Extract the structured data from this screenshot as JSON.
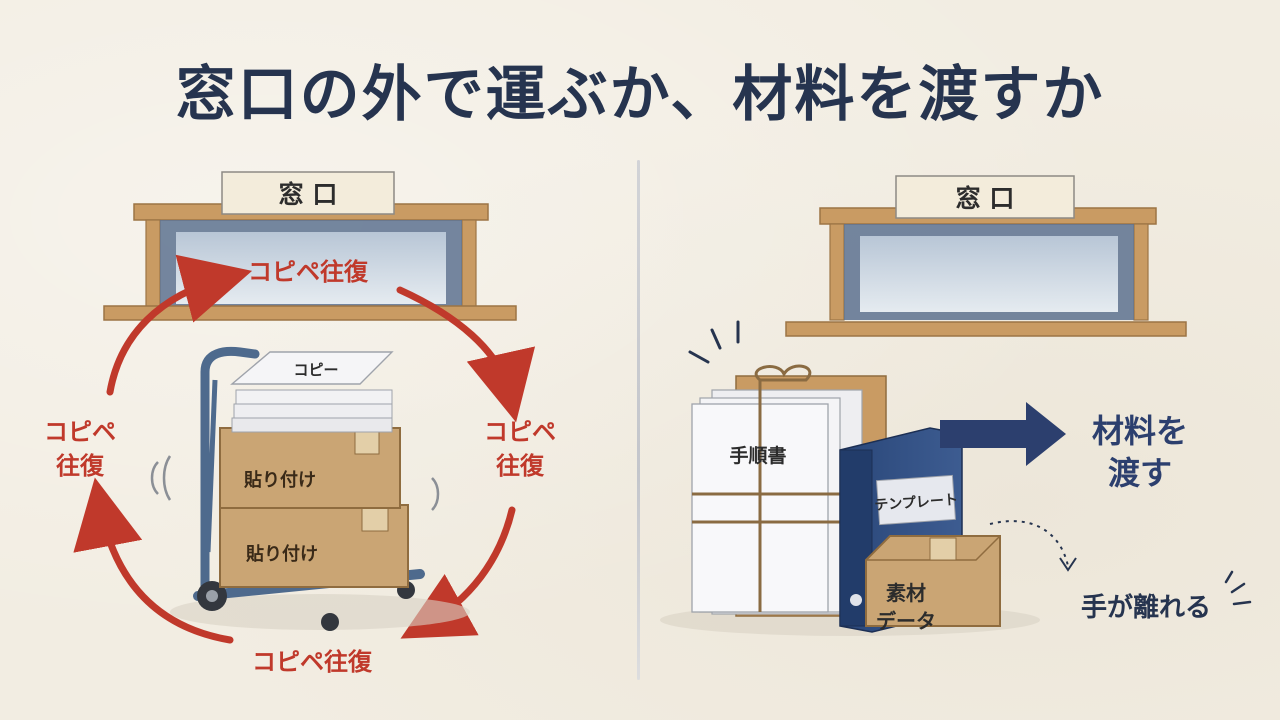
{
  "title": "窓口の外で運ぶか、材料を渡すか",
  "left": {
    "window_sign": "窓 口",
    "loop_top": "コピペ往復",
    "loop_left_1": "コピペ",
    "loop_left_2": "往復",
    "loop_right_1": "コピペ",
    "loop_right_2": "往復",
    "loop_bottom": "コピペ往復",
    "paper_label": "コピー",
    "box_top_label": "貼り付け",
    "box_bottom_label": "貼り付け"
  },
  "right": {
    "window_sign": "窓 口",
    "bundle_label": "手順書",
    "binder_label": "テンプレート",
    "box_label_1": "素材",
    "box_label_2": "データ",
    "arrow_text_1": "材料を",
    "arrow_text_2": "渡す",
    "hands_off": "手が離れる"
  },
  "colors": {
    "ink": "#26344f",
    "red": "#c0392b",
    "navy": "#2c3f6e",
    "wood": "#c99b63",
    "cardboard": "#caa574"
  }
}
